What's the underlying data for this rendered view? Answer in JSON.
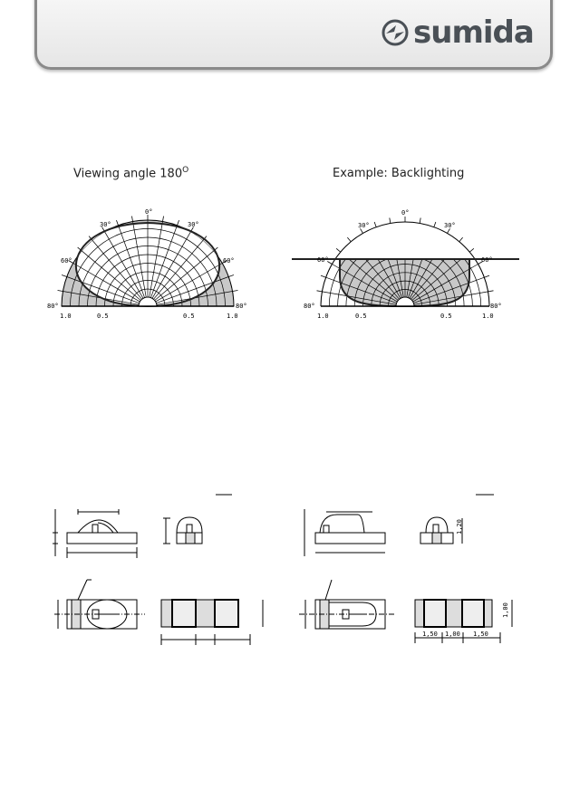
{
  "header": {
    "logo_text": "sumida"
  },
  "charts": [
    {
      "title": "Viewing angle 180",
      "title_sup": "O",
      "angle_labels": {
        "top": "0°",
        "upper_left": "30°",
        "upper_right": "30°",
        "mid_left": "60°",
        "mid_right": "60°",
        "bottom_left": "80°",
        "bottom_right": "80°"
      },
      "scale_labels": [
        "1.0",
        "0.5",
        "0.5",
        "1.0"
      ]
    },
    {
      "title": "Example: Backlighting",
      "angle_labels": {
        "top": "0°",
        "upper_left": "30°",
        "upper_right": "30°",
        "mid_left": "60°",
        "mid_right": "60°",
        "bottom_left": "80°",
        "bottom_right": "80°"
      },
      "scale_labels": [
        "1.0",
        "0.5",
        "0.5",
        "1.0"
      ]
    }
  ],
  "dimensions": {
    "height_label": "1,20",
    "width_label": "1,00",
    "pad_1": "1,50",
    "gap": "1,00",
    "pad_2": "1,50"
  }
}
